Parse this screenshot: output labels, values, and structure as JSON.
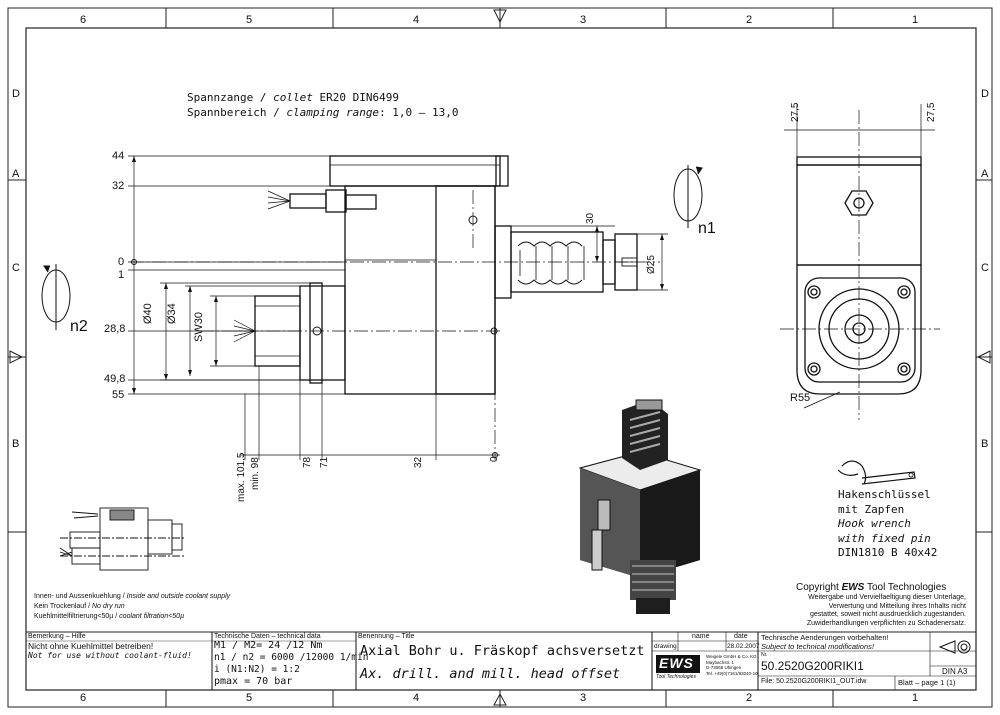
{
  "border": {
    "top_cols": [
      "6",
      "5",
      "4",
      "3",
      "2",
      "1"
    ],
    "rows": [
      "D",
      "C",
      "B",
      "A"
    ]
  },
  "spec": {
    "collet_de": "Spannzange /",
    "collet_en": "collet",
    "collet_val": "ER20    DIN6499",
    "range_de": "Spannbereich /",
    "range_en": "clamping range",
    "range_val": ": 1,0 – 13,0"
  },
  "dims_left": [
    "44",
    "32",
    "0",
    "1",
    "28,8",
    "49,8",
    "55"
  ],
  "dims_bottom": [
    "max. 101,5",
    "min. 98",
    "78",
    "71",
    "32",
    "0"
  ],
  "dims_diam": [
    "Ø40",
    "Ø34",
    "SW30"
  ],
  "dims_right": [
    "30",
    "Ø25"
  ],
  "dims_side": [
    "27,5",
    "27,5",
    "R55"
  ],
  "rot_labels": {
    "n1": "n1",
    "n2": "n2"
  },
  "hook": {
    "l1": "Hakenschlüssel",
    "l2": "mit Zapfen",
    "l3": "Hook wrench",
    "l4": "with fixed pin",
    "l5": "DIN1810 B 40x42"
  },
  "coolant": {
    "l1_de": "Innen- und Aussenkuehlung /",
    "l1_en": "Inside and outside coolant supply",
    "l2_de": "Kein Trockenlauf /",
    "l2_en": "No dry run",
    "l3_de": "Kuehlmittelfiltrierung<50µ /",
    "l3_en": "coolant filtration<50µ"
  },
  "copyright": {
    "title_pre": "Copyright ",
    "title_brand": "EWS",
    "title_post": " Tool Technologies",
    "l1": "Weitergabe und Vervielfaeltigung dieser Unterlage,",
    "l2": "Verwertung und Mitteilung ihres Inhalts nicht",
    "l3": "gestattet, soweit nicht ausdruecklich zugestanden.",
    "l4": "Zuwiderhandlungen verpflichten zu Schadenersatz."
  },
  "titleblock": {
    "remark_label": "Bemerkung – Hilfe",
    "remark_de": "Nicht ohne Kuehlmittel betreiben!",
    "remark_en": "Not for use without coolant-fluid!",
    "tech_label": "Technische Daten – technical data",
    "t1": "M1 / M2= 24  /12  Nm",
    "t2": "n1 / n2 = 6000 /12000 1/min",
    "t3": "i  (N1:N2)  = 1:2",
    "t4": "pmax      = 70  bar",
    "name_label": "Benennung – Title",
    "title_de": "Axial Bohr u. Fräskopf achsversetzt",
    "title_en": "Ax. drill. and mill. head offset",
    "hdr_name": "name",
    "hdr_date": "date",
    "drawing_label": "drawing",
    "drawing_date": "28.02.2007",
    "logo": "EWS",
    "logo_sub": "Tool Technologies",
    "addr1": "Weigele GmbH & Co. KG",
    "addr2": "Maybachstr. 1",
    "addr3": "D-73066 Uhingen",
    "addr4": "Tel. +49(0)7161/93040-10",
    "notice_de": "Technische Aenderungen vorbehalten!",
    "notice_en": "Subject to technical modifications!",
    "nr_label": "Nr.",
    "part_no": "50.2520G200RIKI1",
    "din": "DIN A3",
    "file": "File: 50.2520G200RIKI1_OUT.idw",
    "page": "Blatt – page  1  (1)"
  }
}
